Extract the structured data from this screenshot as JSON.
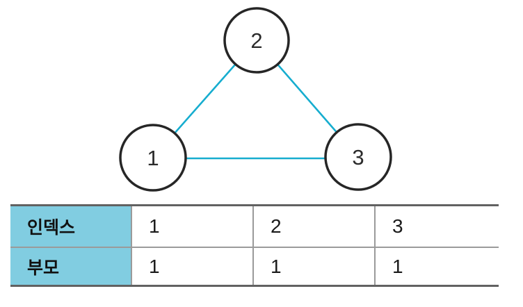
{
  "graph": {
    "nodes": [
      {
        "label": "1"
      },
      {
        "label": "2"
      },
      {
        "label": "3"
      }
    ],
    "edges": [
      "1-2",
      "2-3",
      "1-3"
    ],
    "edge_color": "#16adcf",
    "node_stroke_color": "#262626",
    "node_fill_color": "#ffffff"
  },
  "table": {
    "row_headers": [
      "인덱스",
      "부모"
    ],
    "rows": [
      [
        "1",
        "2",
        "3"
      ],
      [
        "1",
        "1",
        "1"
      ]
    ],
    "header_bg_color": "#81cde1",
    "border_color": "#9a9a9a",
    "outer_border_color": "#616161"
  }
}
